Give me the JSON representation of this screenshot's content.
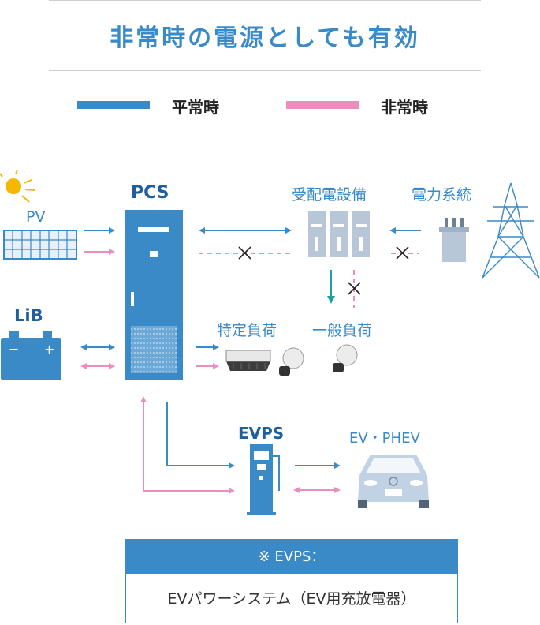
{
  "title": "非常時の電源としても有効",
  "legend": [
    {
      "label": "平常時",
      "color": "#3a8ac8"
    },
    {
      "label": "非常時",
      "color": "#e88fc0"
    }
  ],
  "nodes": {
    "pv": "PV",
    "lib": "LiB",
    "pcs": "PCS",
    "receiving": "受配電設備",
    "grid": "電力系統",
    "specific_load": "特定負荷",
    "general_load": "一般負荷",
    "evps": "EVPS",
    "ev": "EV・PHEV"
  },
  "note": {
    "head": "※ EVPS：",
    "body": "EVパワーシステム（EV用充放電器）"
  },
  "colors": {
    "normal": "#3a8ac8",
    "emergency": "#e88fc0",
    "teal": "#1aa3a0"
  }
}
